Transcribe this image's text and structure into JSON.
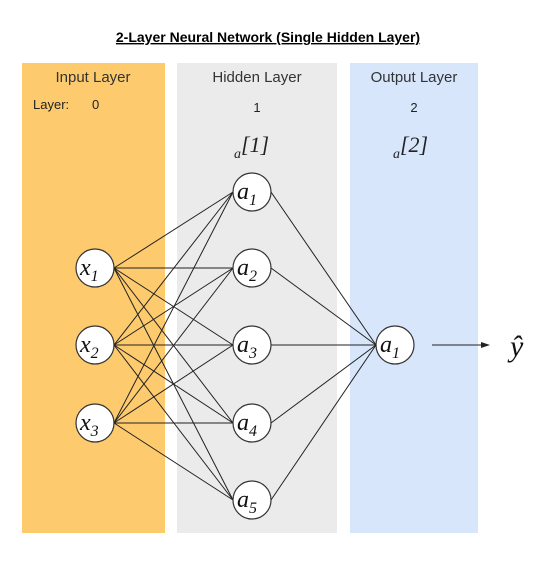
{
  "title": "2-Layer Neural Network (Single Hidden Layer)",
  "colors": {
    "input_band": "#FDCB6E",
    "hidden_band": "#EBEBEB",
    "output_band": "#D7E6FB",
    "line": "#222222"
  },
  "layers": {
    "input": {
      "label": "Input Layer",
      "prefix": "Layer:",
      "number": "0"
    },
    "hidden": {
      "label": "Hidden Layer",
      "number": "1",
      "activation_base": "a",
      "activation_sup": "[1]"
    },
    "output": {
      "label": "Output Layer",
      "number": "2",
      "activation_base": "a",
      "activation_sup": "[2]"
    }
  },
  "nodes": {
    "input": [
      {
        "base": "x",
        "sub": "1"
      },
      {
        "base": "x",
        "sub": "2"
      },
      {
        "base": "x",
        "sub": "3"
      }
    ],
    "hidden": [
      {
        "base": "a",
        "sub": "1"
      },
      {
        "base": "a",
        "sub": "2"
      },
      {
        "base": "a",
        "sub": "3"
      },
      {
        "base": "a",
        "sub": "4"
      },
      {
        "base": "a",
        "sub": "5"
      }
    ],
    "output": [
      {
        "base": "a",
        "sub": "1"
      }
    ]
  },
  "prediction": "ŷ"
}
